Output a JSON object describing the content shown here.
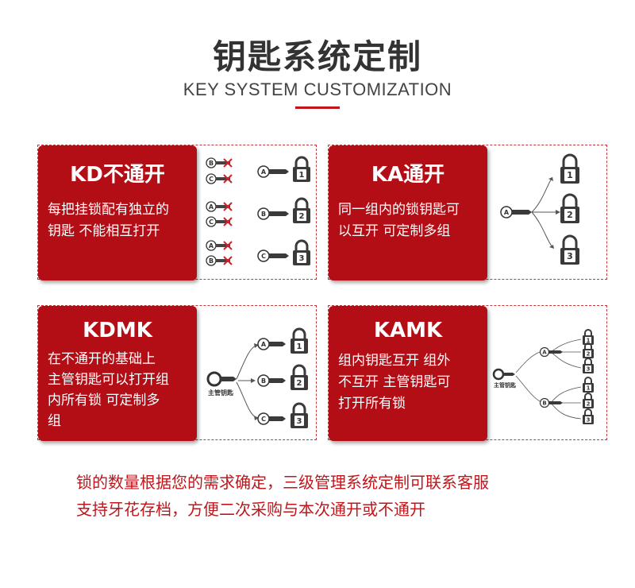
{
  "header": {
    "title": "钥匙系统定制",
    "subtitle": "KEY SYSTEM CUSTOMIZATION"
  },
  "cards": [
    {
      "title": "KD不通开",
      "desc_lines": [
        "每把挂锁配有独立的",
        "钥匙  不能相互打开"
      ]
    },
    {
      "title": "KA通开",
      "desc_lines": [
        "同一组内的锁钥匙可",
        "以互开   可定制多组"
      ]
    },
    {
      "title": "KDMK",
      "desc_lines": [
        "在不通开的基础上",
        "主管钥匙可以打开组",
        "内所有锁   可定制多",
        "组"
      ]
    },
    {
      "title": "KAMK",
      "desc_lines": [
        "组内钥匙互开   组外",
        "不互开   主管钥匙可",
        "打开所有锁"
      ]
    }
  ],
  "diagram_labels": {
    "key_a": "A",
    "key_b": "B",
    "key_c": "C",
    "lock_1": "1",
    "lock_2": "2",
    "lock_3": "3",
    "master_key": "主管钥匙"
  },
  "footer": {
    "line1": "锁的数量根据您的需求确定，三级管理系统定制可联系客服",
    "line2": "支持牙花存档，方便二次采购与本次通开或不通开"
  },
  "colors": {
    "accent": "#b30d16",
    "title_text": "#333333",
    "footer_text": "#c0161b"
  }
}
